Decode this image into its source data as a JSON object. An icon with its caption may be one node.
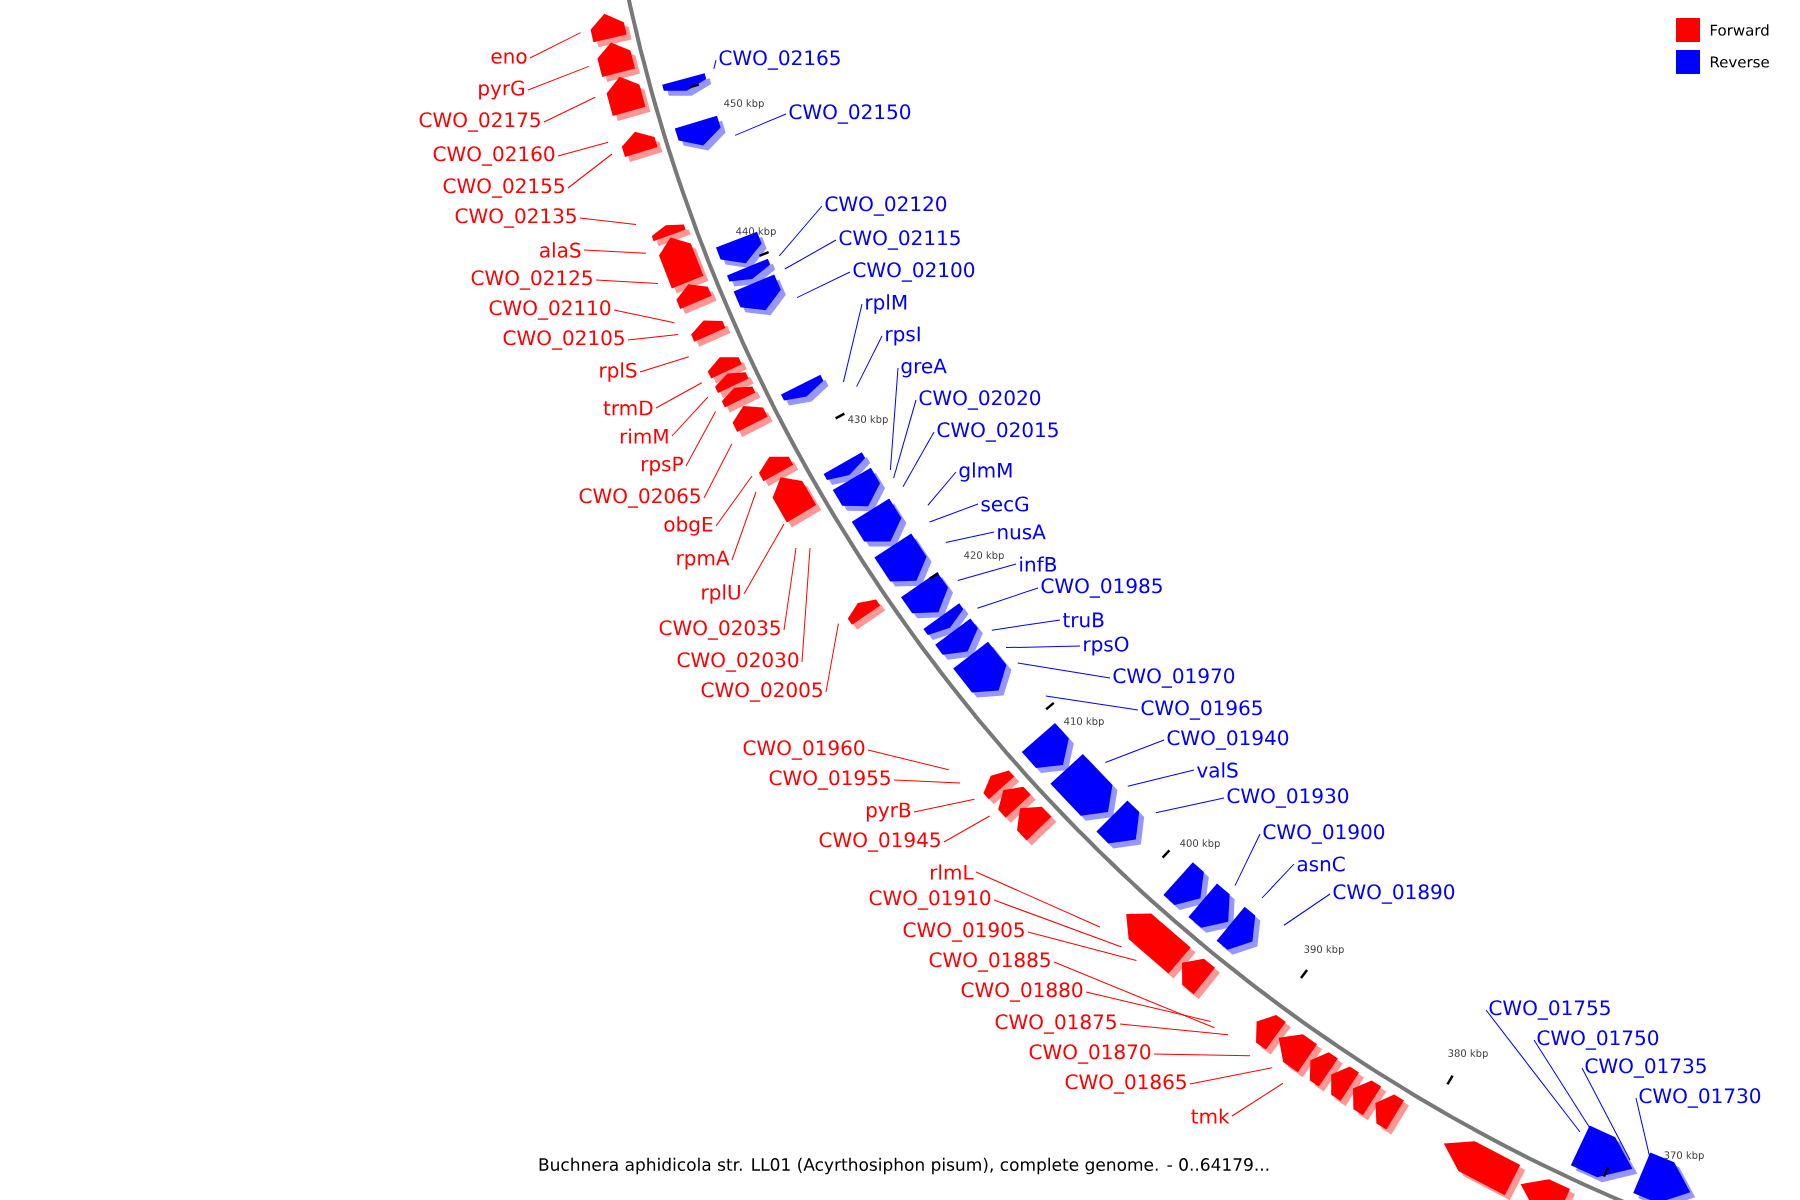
{
  "diagram": {
    "caption": "Buchnera aphidicola str. LL01 (Acyrthosiphon pisum), complete genome. - 0..64179...",
    "nodes": [
      {
        "text": [
          "eno"
        ]
      },
      {
        "text": [
          "pyrG"
        ]
      },
      {
        "text": [
          "CWO_02175"
        ]
      },
      {
        "text": [
          "CWO_02160"
        ]
      },
      {
        "text": [
          "CWO_02155"
        ]
      },
      {
        "text": [
          "CWO_02135"
        ]
      },
      {
        "text": [
          "alaS"
        ]
      },
      {
        "text": [
          "CWO_02125"
        ]
      },
      {
        "text": [
          "CWO_02110"
        ]
      },
      {
        "text": [
          "CWO_02105"
        ]
      },
      {
        "text": [
          "rplS"
        ]
      },
      {
        "text": [
          "trmD"
        ]
      },
      {
        "text": [
          "rimM"
        ]
      },
      {
        "text": [
          "rpsP"
        ]
      },
      {
        "text": [
          "CWO_02065"
        ]
      },
      {
        "text": [
          "obgE"
        ]
      },
      {
        "text": [
          "rpmA"
        ]
      },
      {
        "text": [
          "rplU"
        ]
      },
      {
        "text": [
          "CWO_02035"
        ]
      },
      {
        "text": [
          "CWO_02030"
        ]
      },
      {
        "text": [
          "CWO_02005"
        ]
      },
      {
        "text": [
          "CWO_01960"
        ]
      },
      {
        "text": [
          "CWO_01955"
        ]
      },
      {
        "text": [
          "pyrB"
        ]
      },
      {
        "text": [
          "CWO_01945"
        ]
      },
      {
        "text": [
          "rlmL"
        ]
      },
      {
        "text": [
          "CWO_01910"
        ]
      },
      {
        "text": [
          "CWO_01905"
        ]
      },
      {
        "text": [
          "CWO_01885"
        ]
      },
      {
        "text": [
          "CWO_01880"
        ]
      },
      {
        "text": [
          "CWO_01875"
        ]
      },
      {
        "text": [
          "CWO_01870"
        ]
      },
      {
        "text": [
          "CWO_01865"
        ]
      },
      {
        "text": [
          "tmk"
        ]
      },
      {
        "text": [
          "CWO_02165"
        ]
      },
      {
        "text": [
          "CWO_02150"
        ]
      },
      {
        "text": [
          "CWO_02120"
        ]
      },
      {
        "text": [
          "CWO_02115"
        ]
      },
      {
        "text": [
          "CWO_02100"
        ]
      },
      {
        "text": [
          "rplM"
        ]
      },
      {
        "text": [
          "rpsI"
        ]
      },
      {
        "text": [
          "greA"
        ]
      },
      {
        "text": [
          "CWO_02020"
        ]
      },
      {
        "text": [
          "CWO_02015"
        ]
      },
      {
        "text": [
          "glmM"
        ]
      },
      {
        "text": [
          "secG"
        ]
      },
      {
        "text": [
          "nusA"
        ]
      },
      {
        "text": [
          "infB"
        ]
      },
      {
        "text": [
          "CWO_01985"
        ]
      },
      {
        "text": [
          "truB"
        ]
      },
      {
        "text": [
          "rpsO"
        ]
      },
      {
        "text": [
          "CWO_01970"
        ]
      },
      {
        "text": [
          "CWO_01965"
        ]
      },
      {
        "text": [
          "CWO_01940"
        ]
      },
      {
        "text": [
          "valS"
        ]
      },
      {
        "text": [
          "CWO_01930"
        ]
      },
      {
        "text": [
          "CWO_01900"
        ]
      },
      {
        "text": [
          "asnC"
        ]
      },
      {
        "text": [
          "CWO_01890"
        ]
      },
      {
        "text": [
          "CWO_01755"
        ]
      },
      {
        "text": [
          "CWO_01750"
        ]
      },
      {
        "text": [
          "CWO_01735"
        ]
      },
      {
        "text": [
          "CWO_01730"
        ]
      }
    ],
    "edges": [
      {
        "from": 0,
        "to": null,
        "arrow": "none"
      },
      {
        "from": 1,
        "to": null,
        "arrow": "none"
      },
      {
        "from": 2,
        "to": null,
        "arrow": "none"
      },
      {
        "from": 3,
        "to": null,
        "arrow": "none"
      },
      {
        "from": 4,
        "to": null,
        "arrow": "none"
      },
      {
        "from": 5,
        "to": null,
        "arrow": "none"
      },
      {
        "from": 6,
        "to": null,
        "arrow": "none"
      },
      {
        "from": 7,
        "to": null,
        "arrow": "none"
      },
      {
        "from": 8,
        "to": null,
        "arrow": "none"
      },
      {
        "from": 9,
        "to": null,
        "arrow": "none"
      },
      {
        "from": 10,
        "to": null,
        "arrow": "none"
      },
      {
        "from": 11,
        "to": null,
        "arrow": "none"
      },
      {
        "from": 12,
        "to": null,
        "arrow": "none"
      },
      {
        "from": 13,
        "to": null,
        "arrow": "none"
      },
      {
        "from": 14,
        "to": null,
        "arrow": "none"
      },
      {
        "from": 15,
        "to": null,
        "arrow": "none"
      },
      {
        "from": 16,
        "to": null,
        "arrow": "none"
      },
      {
        "from": 17,
        "to": null,
        "arrow": "none"
      },
      {
        "from": 18,
        "to": null,
        "arrow": "none"
      },
      {
        "from": 19,
        "to": null,
        "arrow": "none"
      },
      {
        "from": 20,
        "to": null,
        "arrow": "none"
      },
      {
        "from": 21,
        "to": null,
        "arrow": "none"
      },
      {
        "from": 22,
        "to": null,
        "arrow": "none"
      },
      {
        "from": 23,
        "to": null,
        "arrow": "none"
      },
      {
        "from": 24,
        "to": null,
        "arrow": "none"
      },
      {
        "from": 25,
        "to": null,
        "arrow": "none"
      },
      {
        "from": 26,
        "to": null,
        "arrow": "none"
      },
      {
        "from": 27,
        "to": null,
        "arrow": "none"
      },
      {
        "from": 28,
        "to": null,
        "arrow": "none"
      },
      {
        "from": 29,
        "to": null,
        "arrow": "none"
      },
      {
        "from": 30,
        "to": null,
        "arrow": "none"
      },
      {
        "from": 31,
        "to": null,
        "arrow": "none"
      },
      {
        "from": 32,
        "to": null,
        "arrow": "none"
      },
      {
        "from": 33,
        "to": null,
        "arrow": "none"
      },
      {
        "from": 34,
        "to": null,
        "arrow": "none",
        "color": "#0000ff"
      },
      {
        "from": 35,
        "to": null,
        "arrow": "none",
        "color": "#0000ff"
      },
      {
        "from": 36,
        "to": null,
        "arrow": "none",
        "color": "#0000ff"
      },
      {
        "from": 37,
        "to": null,
        "arrow": "none",
        "color": "#0000ff"
      },
      {
        "from": 38,
        "to": null,
        "arrow": "none",
        "color": "#0000ff"
      },
      {
        "from": 39,
        "to": null,
        "arrow": "none",
        "color": "#0000ff"
      },
      {
        "from": 40,
        "to": null,
        "arrow": "none",
        "color": "#0000ff"
      },
      {
        "from": 41,
        "to": null,
        "arrow": "none",
        "color": "#0000ff"
      },
      {
        "from": 42,
        "to": null,
        "arrow": "none",
        "color": "#0000ff"
      },
      {
        "from": 43,
        "to": null,
        "arrow": "none",
        "color": "#0000ff"
      },
      {
        "from": 44,
        "to": null,
        "arrow": "none",
        "color": "#0000ff"
      },
      {
        "from": 45,
        "to": null,
        "arrow": "none",
        "color": "#0000ff"
      },
      {
        "from": 46,
        "to": null,
        "arrow": "none",
        "color": "#0000ff"
      },
      {
        "from": 47,
        "to": null,
        "arrow": "none",
        "color": "#0000ff"
      },
      {
        "from": 48,
        "to": null,
        "arrow": "none",
        "color": "#0000ff"
      },
      {
        "from": 49,
        "to": null,
        "arrow": "none",
        "color": "#0000ff"
      },
      {
        "from": 50,
        "to": null,
        "arrow": "none",
        "color": "#0000ff"
      },
      {
        "from": 51,
        "to": null,
        "arrow": "none",
        "color": "#0000ff"
      },
      {
        "from": 52,
        "to": null,
        "arrow": "none",
        "color": "#0000ff"
      },
      {
        "from": 53,
        "to": null,
        "arrow": "none",
        "color": "#0000ff"
      },
      {
        "from": 54,
        "to": null,
        "arrow": "none",
        "color": "#0000ff"
      },
      {
        "from": 55,
        "to": null,
        "arrow": "none",
        "color": "#0000ff"
      },
      {
        "from": 56,
        "to": null,
        "arrow": "none",
        "color": "#0000ff"
      },
      {
        "from": 57,
        "to": null,
        "arrow": "none",
        "color": "#0000ff"
      },
      {
        "from": 58,
        "to": null,
        "arrow": "none",
        "color": "#0000ff"
      },
      {
        "from": 59,
        "to": null,
        "arrow": "none",
        "color": "#0000ff"
      },
      {
        "from": 60,
        "to": null,
        "arrow": "none",
        "color": "#0000ff"
      },
      {
        "from": 61,
        "to": null,
        "arrow": "none",
        "color": "#0000ff"
      },
      {
        "from": 62,
        "to": null,
        "arrow": "none",
        "color": "#0000ff"
      }
    ],
    "labels": [
      "450 kbp",
      "440 kbp",
      "430 kbp",
      "420 kbp",
      "410 kbp",
      "400 kbp",
      "390 kbp",
      "380 kbp",
      "370 kbp"
    ],
    "legend": [
      {
        "text": "Forward",
        "color": "#ff0000"
      },
      {
        "text": "Reverse",
        "color": "#0000ff"
      }
    ]
  }
}
